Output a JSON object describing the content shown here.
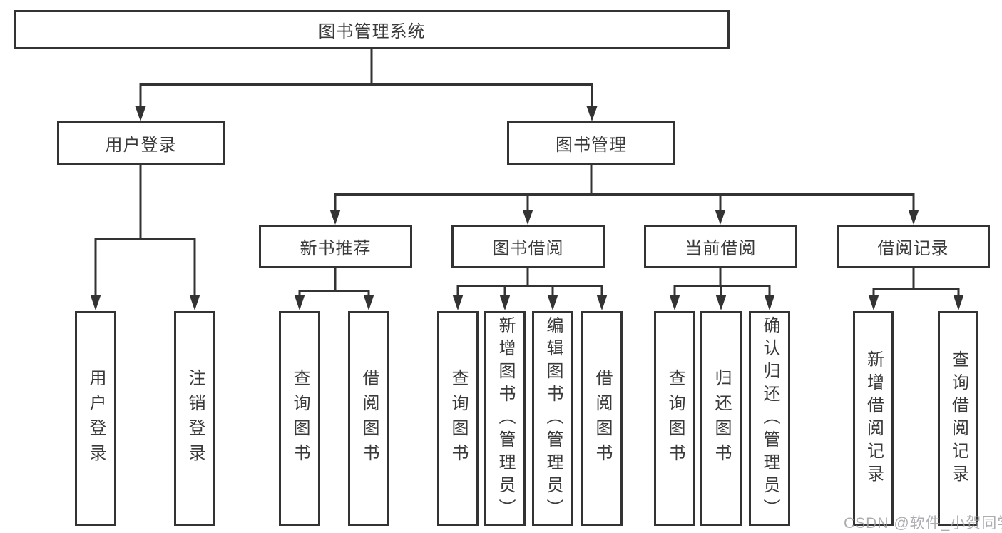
{
  "tree": {
    "root": {
      "label": "图书管理系统"
    },
    "children": [
      {
        "label": "用户登录",
        "children": [
          {
            "label": "用户登录"
          },
          {
            "label": "注销登录"
          }
        ]
      },
      {
        "label": "图书管理",
        "children": [
          {
            "label": "新书推荐",
            "children": [
              {
                "label": "查询图书"
              },
              {
                "label": "借阅图书"
              }
            ]
          },
          {
            "label": "图书借阅",
            "children": [
              {
                "label": "查询图书"
              },
              {
                "label": "新增图书（管理员）"
              },
              {
                "label": "编辑图书（管理员）"
              },
              {
                "label": "借阅图书"
              }
            ]
          },
          {
            "label": "当前借阅",
            "children": [
              {
                "label": "查询图书"
              },
              {
                "label": "归还图书"
              },
              {
                "label": "确认归还（管理员）"
              }
            ]
          },
          {
            "label": "借阅记录",
            "children": [
              {
                "label": "新增借阅记录"
              },
              {
                "label": "查询借阅记录"
              }
            ]
          }
        ]
      }
    ]
  },
  "watermark": {
    "text": "CSDN @软件_小贺同学"
  },
  "colors": {
    "line": "#333333",
    "box_border": "#333333",
    "text": "#3a3a3a",
    "watermark": "#9c9fa3",
    "background": "#ffffff"
  }
}
